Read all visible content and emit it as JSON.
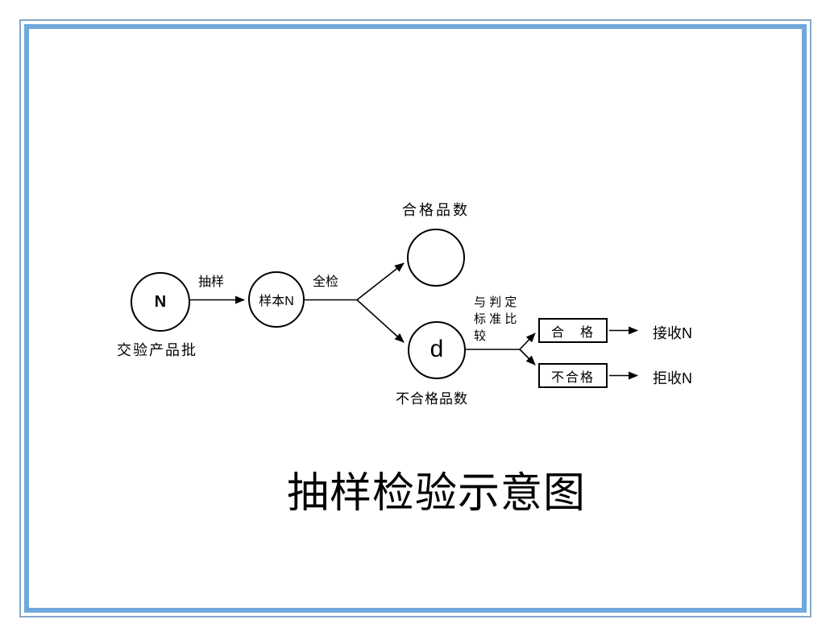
{
  "title": "抽样检验示意图",
  "diagram": {
    "nodes": {
      "lot": {
        "label": "N",
        "caption": "交验产品批"
      },
      "sample": {
        "label": "样本N"
      },
      "qualified": {
        "caption": "合格品数"
      },
      "defective": {
        "label": "d",
        "caption": "不合格品数"
      }
    },
    "edge_labels": {
      "sampling": "抽样",
      "full_inspection": "全检",
      "compare": {
        "line1": "与 判 定",
        "line2": "标 准 比",
        "line3": "较"
      }
    },
    "decision_boxes": {
      "pass": "合　格",
      "fail": "不合格"
    },
    "outcomes": {
      "accept": "接收N",
      "reject": "拒收N"
    },
    "colors": {
      "outer_border": "#85a8cc",
      "inner_border": "#6fa8dc",
      "line": "#000000"
    }
  }
}
